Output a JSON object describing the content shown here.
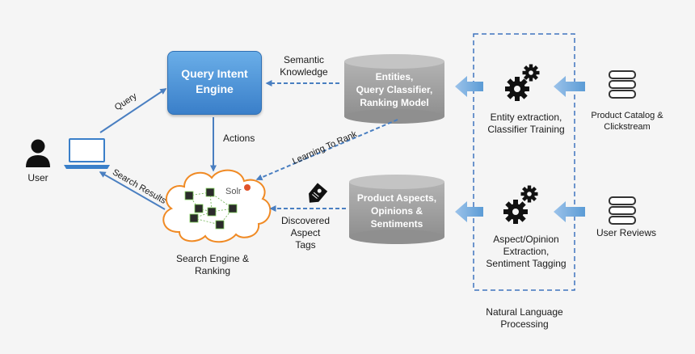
{
  "nodes": {
    "user": "User",
    "query_intent_engine": [
      "Query Intent",
      "Engine"
    ],
    "entities_db": [
      "Entities,",
      "Query Classifier,",
      "Ranking Model"
    ],
    "aspects_db": [
      "Product Aspects,",
      "Opinions &",
      "Sentiments"
    ],
    "entity_extraction": [
      "Entity extraction,",
      "Classifier Training"
    ],
    "aspect_extraction": [
      "Aspect/Opinion",
      "Extraction,",
      "Sentiment Tagging"
    ],
    "product_catalog": [
      "Product Catalog &",
      "Clickstream"
    ],
    "user_reviews": "User Reviews",
    "search_engine": [
      "Search Engine &",
      "Ranking"
    ],
    "solr_logo": "Solr",
    "nlp_group": [
      "Natural Language",
      "Processing"
    ]
  },
  "edges": {
    "query": "Query",
    "search_results": "Search Results",
    "actions": "Actions",
    "semantic_knowledge": [
      "Semantic",
      "Knowledge"
    ],
    "learning_to_rank": "Learning To Rank",
    "discovered_aspect_tags": [
      "Discovered",
      "Aspect",
      "Tags"
    ]
  },
  "colors": {
    "arrow_blue": "#4a7fc1",
    "block_arrow": "#5b9bd5",
    "engine_box": "#3a7fc9",
    "db_gray": "#9a9a9a",
    "nlp_border": "#3f74bf",
    "icon_dark": "#111111"
  }
}
